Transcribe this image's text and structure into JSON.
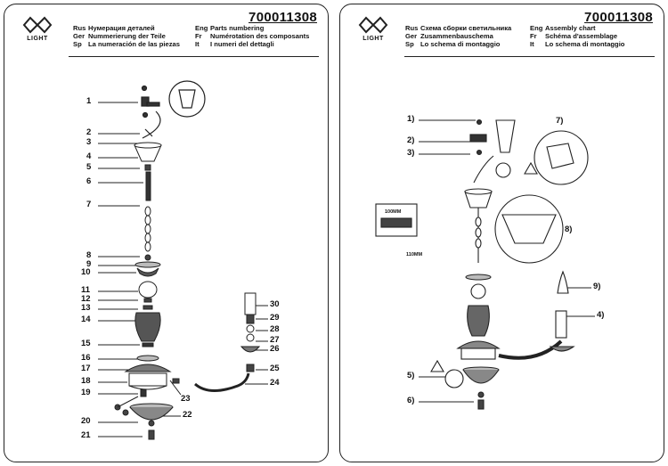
{
  "logo": {
    "text": "LIGHT"
  },
  "left_sheet": {
    "code": "700011308",
    "headers_col1": [
      {
        "lang": "Rus",
        "text": "Нумерация деталей"
      },
      {
        "lang": "Ger",
        "text": "Nummerierung der Teile"
      },
      {
        "lang": "Sp",
        "text": "La numeración de las piezas"
      }
    ],
    "headers_col2": [
      {
        "lang": "Eng",
        "text": "Parts numbering"
      },
      {
        "lang": "Fr",
        "text": "Numérotation des composants"
      },
      {
        "lang": "It",
        "text": "I numeri del dettagli"
      }
    ],
    "parts": [
      "1",
      "2",
      "3",
      "4",
      "5",
      "6",
      "7",
      "8",
      "9",
      "10",
      "11",
      "12",
      "13",
      "14",
      "15",
      "16",
      "17",
      "18",
      "19",
      "20",
      "21",
      "22",
      "23",
      "24",
      "25",
      "26",
      "27",
      "28",
      "29",
      "30"
    ]
  },
  "right_sheet": {
    "code": "700011308",
    "headers_col1": [
      {
        "lang": "Rus",
        "text": "Схема сборки светильника"
      },
      {
        "lang": "Ger",
        "text": "Zusammenbauschema"
      },
      {
        "lang": "Sp",
        "text": "Lo schema di montaggio"
      }
    ],
    "headers_col2": [
      {
        "lang": "Eng",
        "text": "Assembly chart"
      },
      {
        "lang": "Fr",
        "text": "Schéma d'assemblage"
      },
      {
        "lang": "It",
        "text": "Lo schema di montaggio"
      }
    ],
    "steps": [
      "1)",
      "2)",
      "3)",
      "4)",
      "5)",
      "6)",
      "7)",
      "8)",
      "9)"
    ],
    "dimension_labels": [
      "100MM",
      "110MM"
    ]
  }
}
